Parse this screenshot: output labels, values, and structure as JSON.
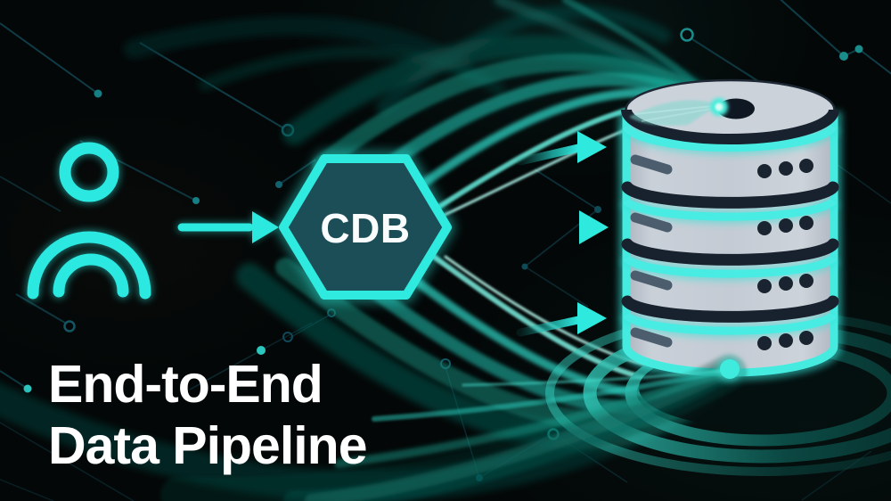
{
  "title": {
    "line1": "End-to-End",
    "line2": "Data Pipeline"
  },
  "hexagon": {
    "label": "CDB"
  },
  "icons": {
    "source": "user-icon",
    "flow": "arrow-right-icon",
    "destination": "database-stack-icon"
  },
  "colors": {
    "background": "#030707",
    "accent": "#2EE9DE",
    "accent_deep": "#139C92",
    "hexagon_fill": "#1C4E58",
    "db_body": "#C4CBD4",
    "db_outline": "#18222E",
    "db_detail": "#4C5D6E",
    "title_text": "#FFFFFF"
  }
}
